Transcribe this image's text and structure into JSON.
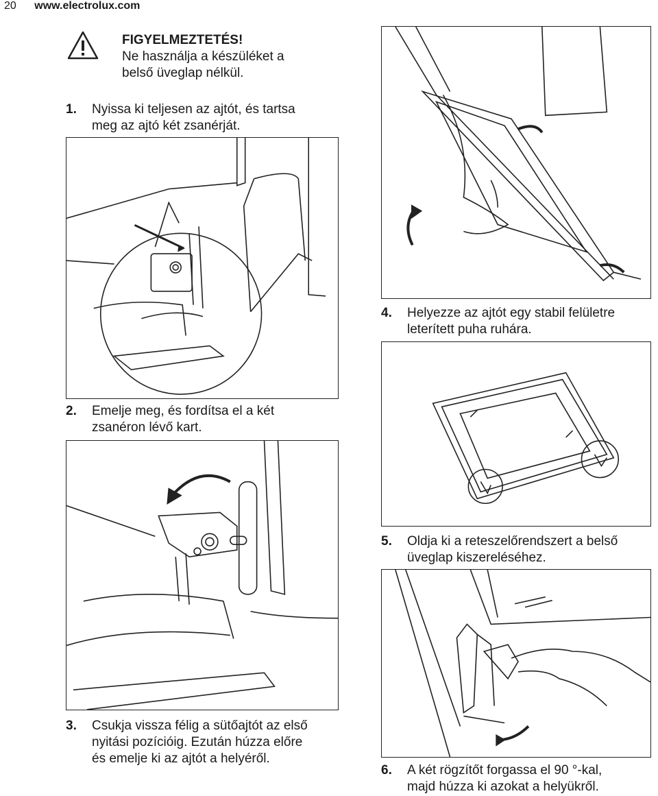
{
  "header": {
    "page_number": "20",
    "url": "www.electrolux.com"
  },
  "warning": {
    "icon": "warning-triangle-icon",
    "title": "FIGYELMEZTETÉS!",
    "line1": "Ne használja a készüléket a",
    "line2": "belső üveglap nélkül."
  },
  "steps": [
    {
      "num": "1.",
      "line1": "Nyissa ki teljesen az ajtót, és tartsa",
      "line2": "meg az ajtó két zsanérját."
    },
    {
      "num": "2.",
      "line1": "Emelje meg, és fordítsa el a két",
      "line2": "zsanéron lévő kart."
    },
    {
      "num": "3.",
      "line1": "Csukja vissza félig a sütőajtót az első",
      "line2": "nyitási pozícióig. Ezután húzza előre",
      "line3": "és emelje ki az ajtót a helyéről."
    },
    {
      "num": "4.",
      "line1": "Helyezze az ajtót egy stabil felületre",
      "line2": "leterített puha ruhára."
    },
    {
      "num": "5.",
      "line1": "Oldja ki a reteszelőrendszert a belső",
      "line2": "üveglap kiszereléséhez."
    },
    {
      "num": "6.",
      "line1": "A két rögzítőt forgassa el 90 °-kal,",
      "line2": "majd húzza ki azokat a helyükről."
    }
  ]
}
